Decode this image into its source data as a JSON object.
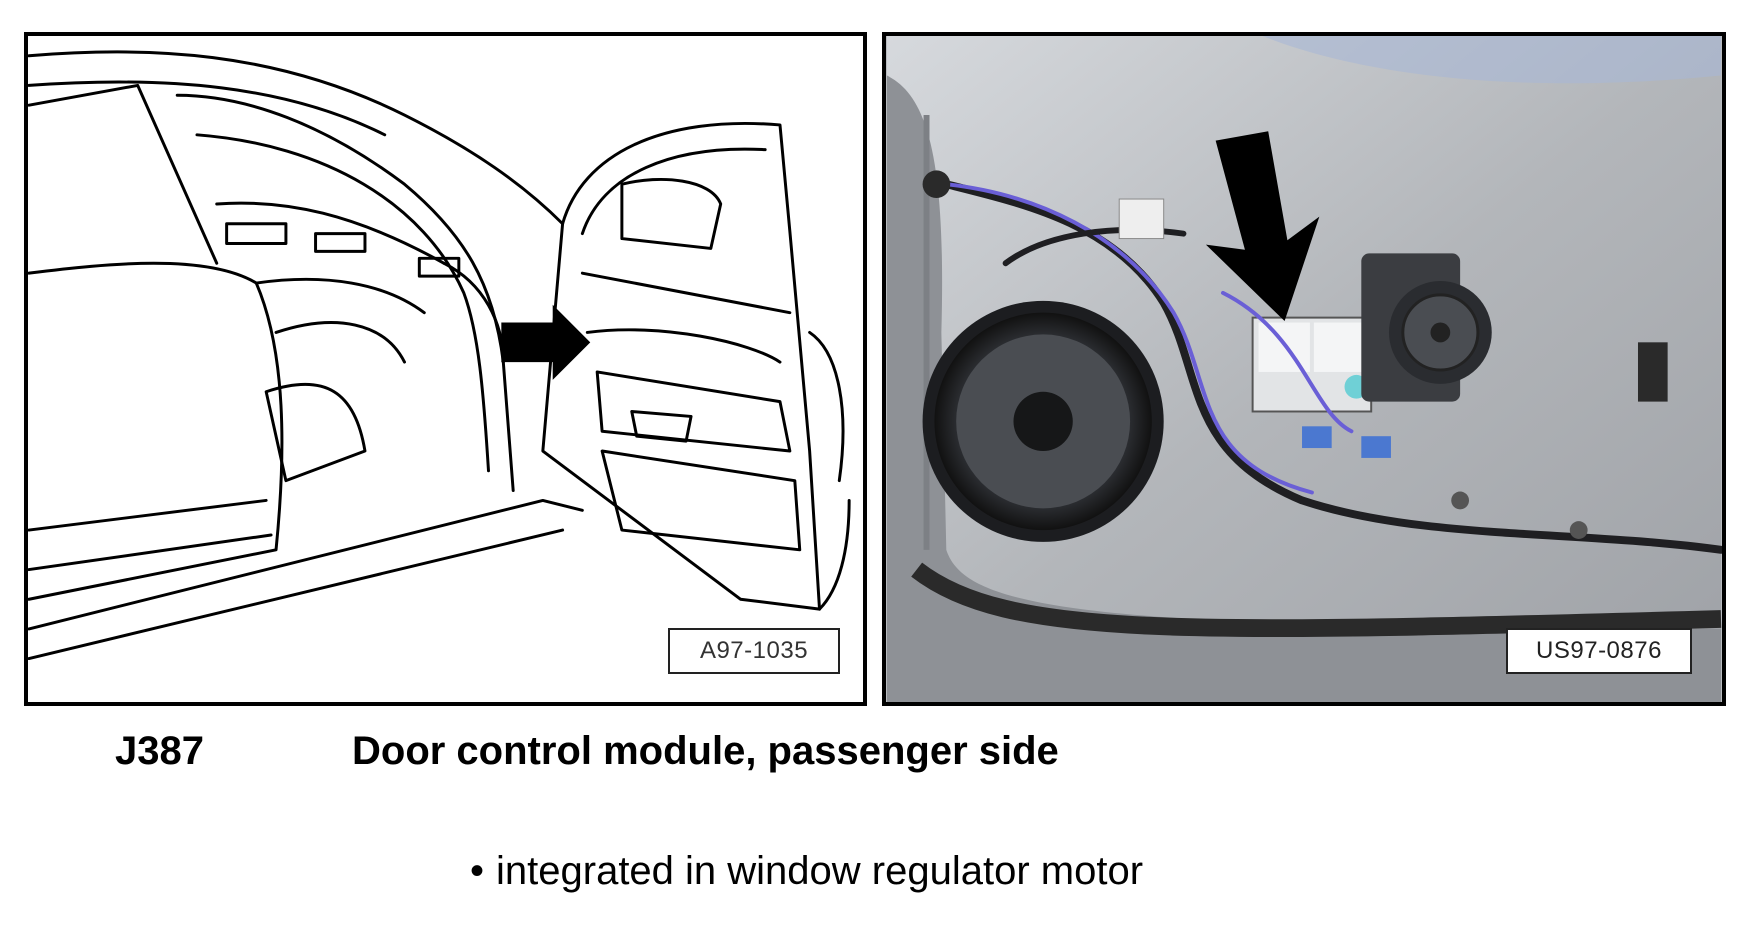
{
  "figure_left": {
    "ref_label": "A97-1035",
    "arrow_icon": "arrow-right-icon"
  },
  "figure_right": {
    "ref_label": "US97-0876",
    "arrow_icon": "arrow-down-icon"
  },
  "caption": {
    "code": "J387",
    "title": "Door control module, passenger side"
  },
  "notes": [
    {
      "bullet": "•",
      "text": "integrated in window regulator motor"
    }
  ],
  "colors": {
    "line_art": "#000000",
    "photo_metal": "#b9bcc0",
    "wire_blue": "#6a5fd6"
  }
}
